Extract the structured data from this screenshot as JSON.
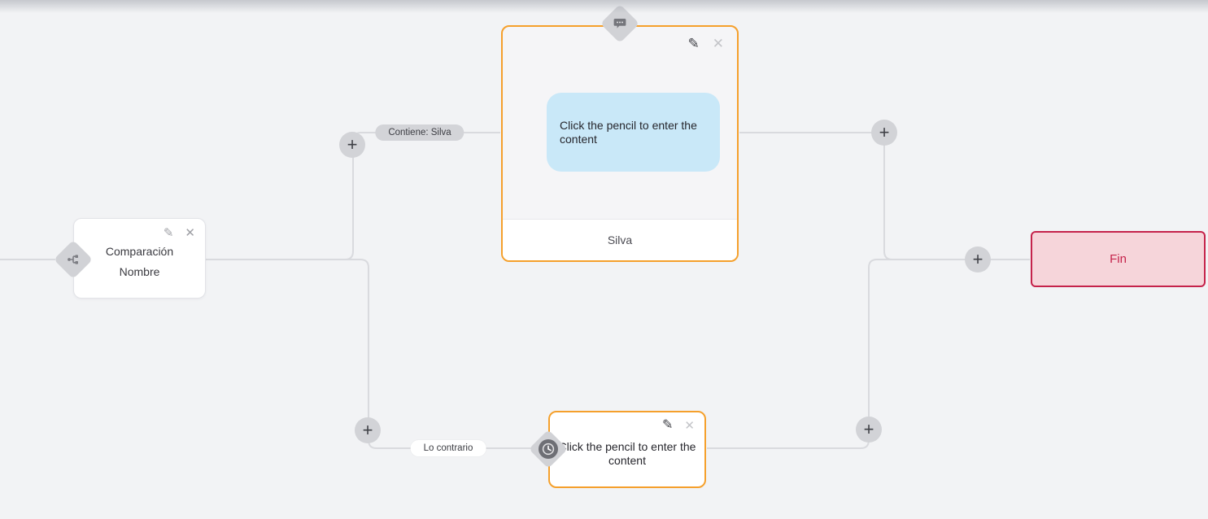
{
  "colors": {
    "canvas_bg": "#f2f3f5",
    "edge_line": "#d9dade",
    "accent_orange": "#f5a02c",
    "end_border": "#c5234b",
    "end_bg": "#f6d5da",
    "bubble_blue": "#c9e8f8"
  },
  "icons": {
    "edit_glyph": "✎",
    "close_glyph": "✕",
    "add_glyph": "+"
  },
  "edges": {
    "top_condition_label": "Contiene: Silva",
    "bottom_condition_label": "Lo contrario"
  },
  "nodes": {
    "condition": {
      "title_line1": "Comparación",
      "title_line2": "Nombre",
      "type_icon": "branch-icon"
    },
    "message": {
      "bubble_text": "Click the pencil to enter the content",
      "footer_label": "Silva",
      "type_icon": "chat-icon"
    },
    "action": {
      "text": "Click the pencil to enter the content",
      "type_icon": "clock-icon"
    },
    "end": {
      "label": "Fin"
    }
  }
}
